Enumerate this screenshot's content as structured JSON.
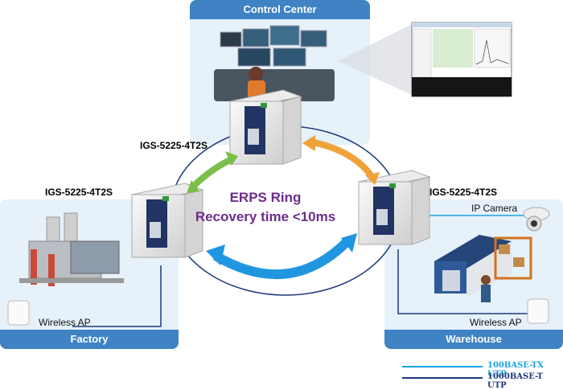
{
  "panels": {
    "control_center": "Control Center",
    "factory": "Factory",
    "warehouse": "Warehouse"
  },
  "switches": {
    "top": "IGS-5225-4T2S",
    "left": "IGS-5225-4T2S",
    "right": "IGS-5225-4T2S"
  },
  "ring": {
    "line1": "ERPS Ring",
    "line2": "Recovery time <10ms"
  },
  "devices": {
    "factory_ap": "Wireless AP",
    "warehouse_ap": "Wireless AP",
    "camera": "IP Camera"
  },
  "legend": {
    "tx": "100BASE-TX UTP",
    "t": "1000BASE-T UTP",
    "tx_color": "#1ca3e0",
    "t_color": "#1f3a7a"
  },
  "colors": {
    "panel_bg": "#e6f1fa",
    "panel_title": "#3f83c4",
    "ring_text": "#6b2c8c",
    "arrow_orange": "#f0a23a",
    "arrow_green": "#7bbf4a",
    "arrow_blue": "#2196e0"
  }
}
